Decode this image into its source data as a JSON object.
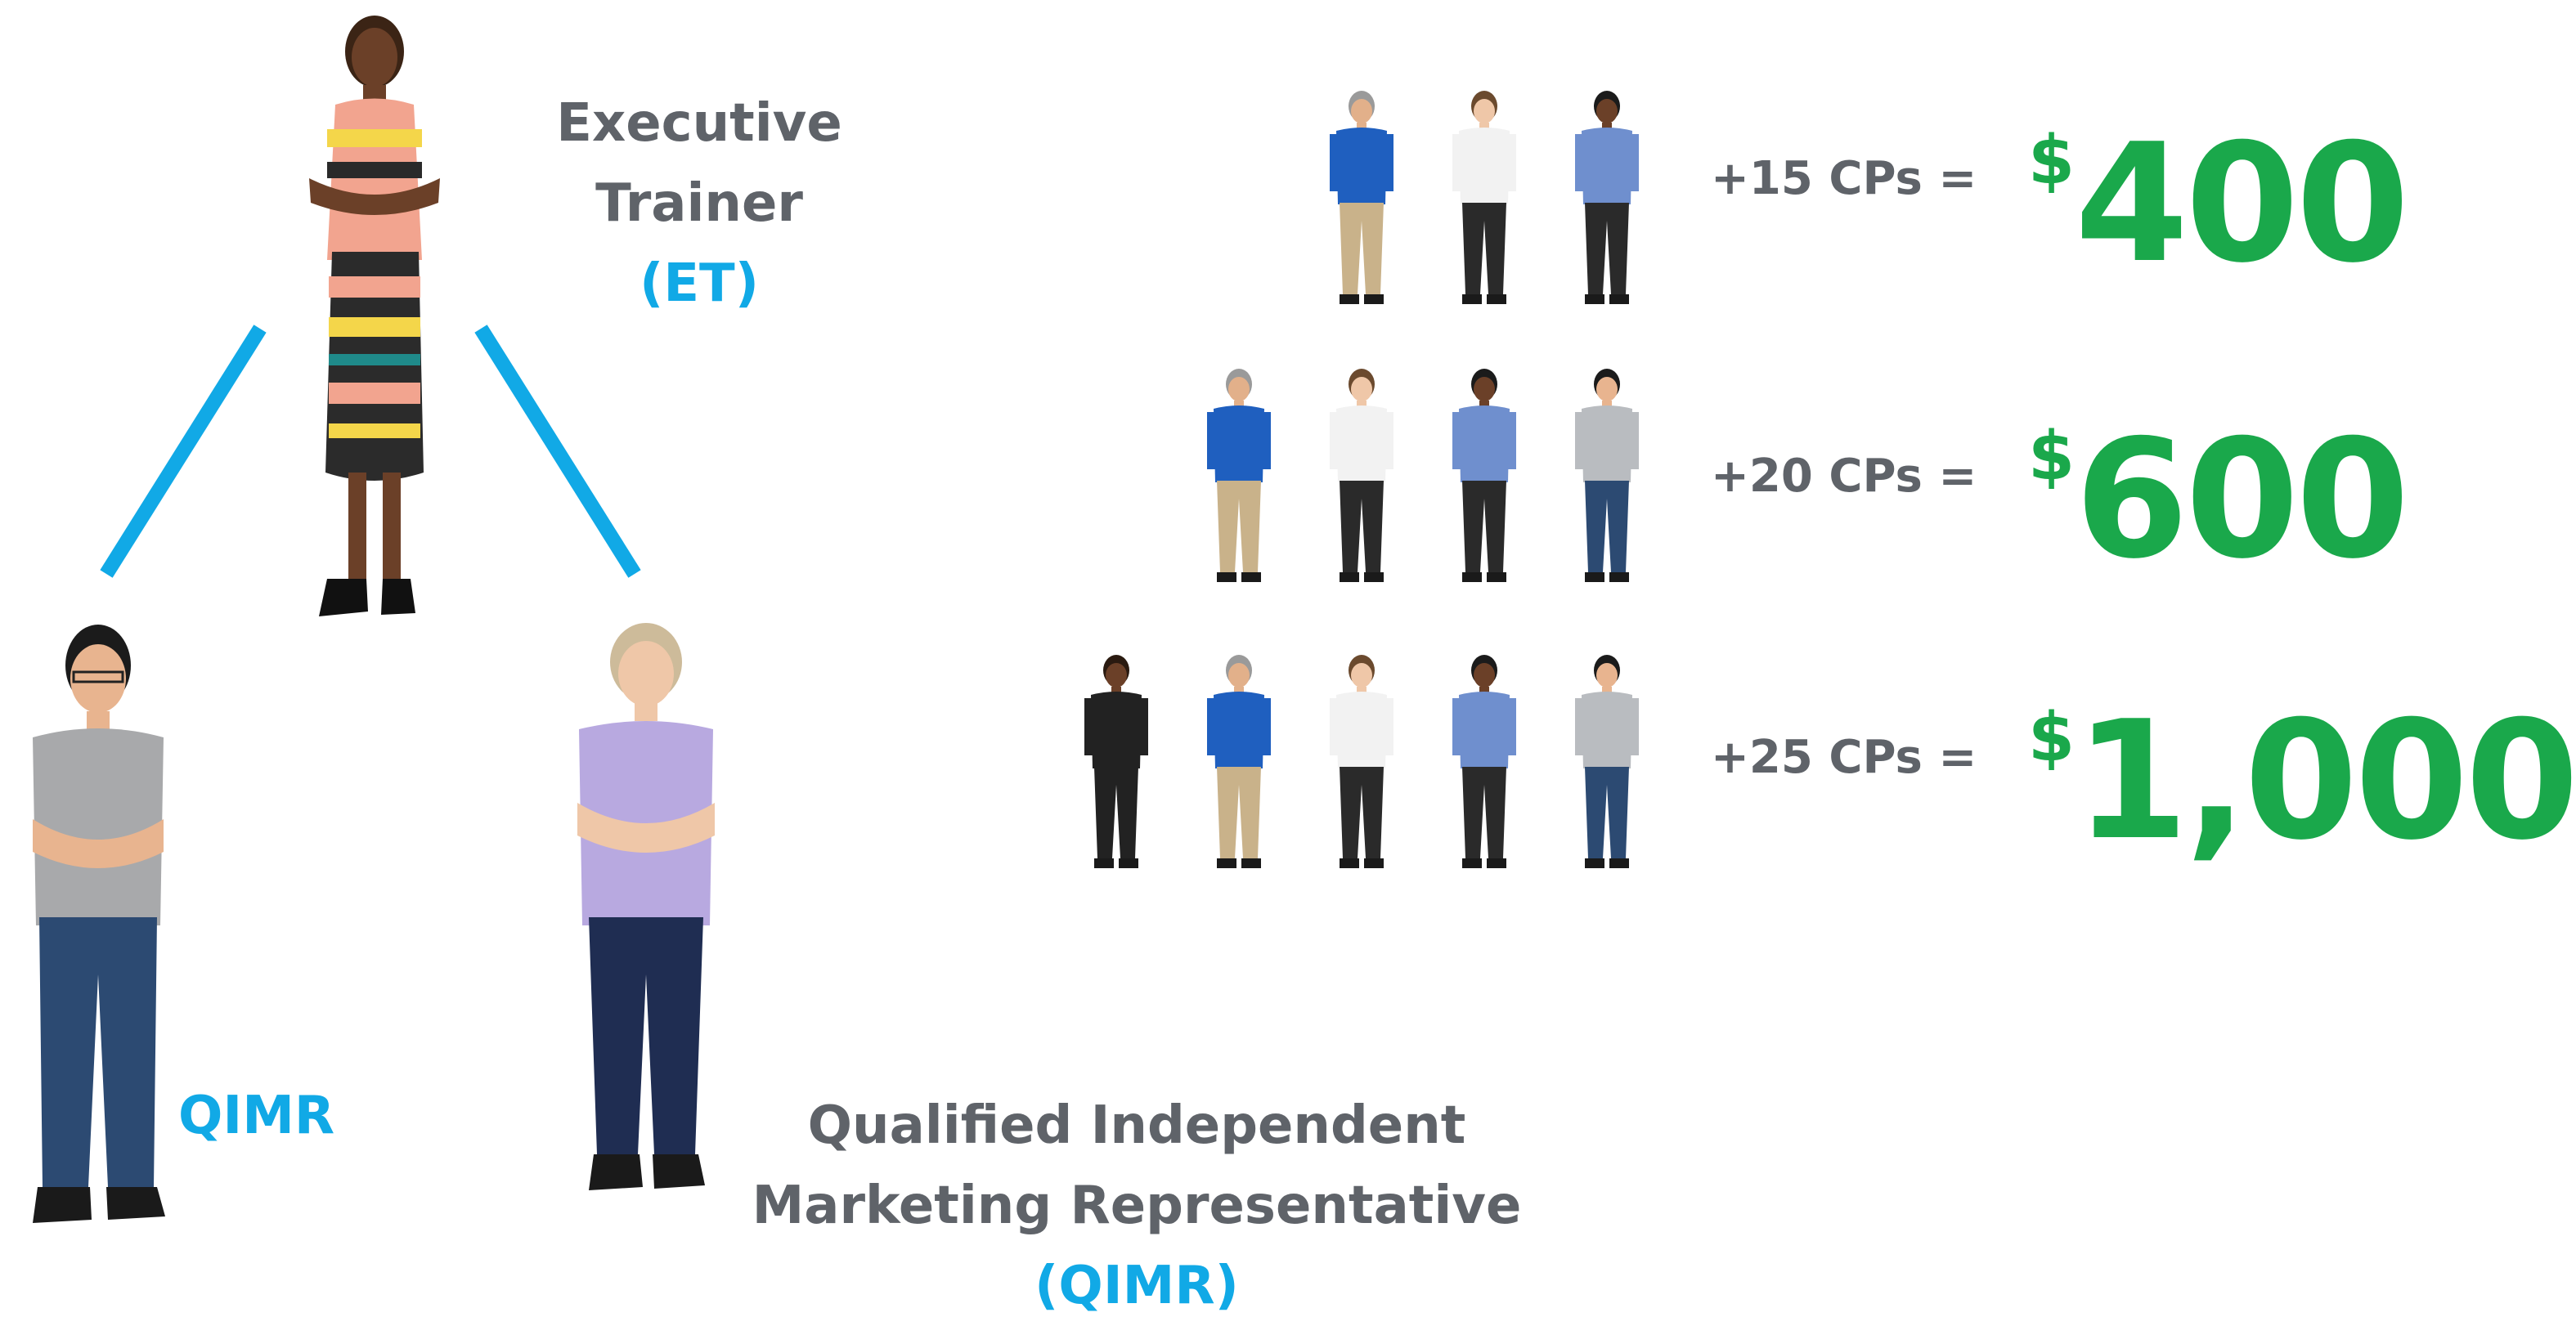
{
  "tree": {
    "top_label_line1": "Executive",
    "top_label_line2": "Trainer",
    "top_label_abbr": "(ET)",
    "left_label": "QIMR",
    "right_label_line1": "Qualified Independent",
    "right_label_line2": "Marketing Representative",
    "right_label_abbr": "(QIMR)"
  },
  "rows": [
    {
      "cps": "+15 CPs =",
      "currency": "$",
      "amount": "400",
      "people": 3
    },
    {
      "cps": "+20 CPs =",
      "currency": "$",
      "amount": "600",
      "people": 4
    },
    {
      "cps": "+25 CPs =",
      "currency": "$",
      "amount": "1,000",
      "people": 5
    }
  ],
  "colors": {
    "gray_text": "#5f6369",
    "blue_accent": "#11a9e6",
    "green_amount": "#1aa84b"
  },
  "icons": [
    "person-figure"
  ]
}
